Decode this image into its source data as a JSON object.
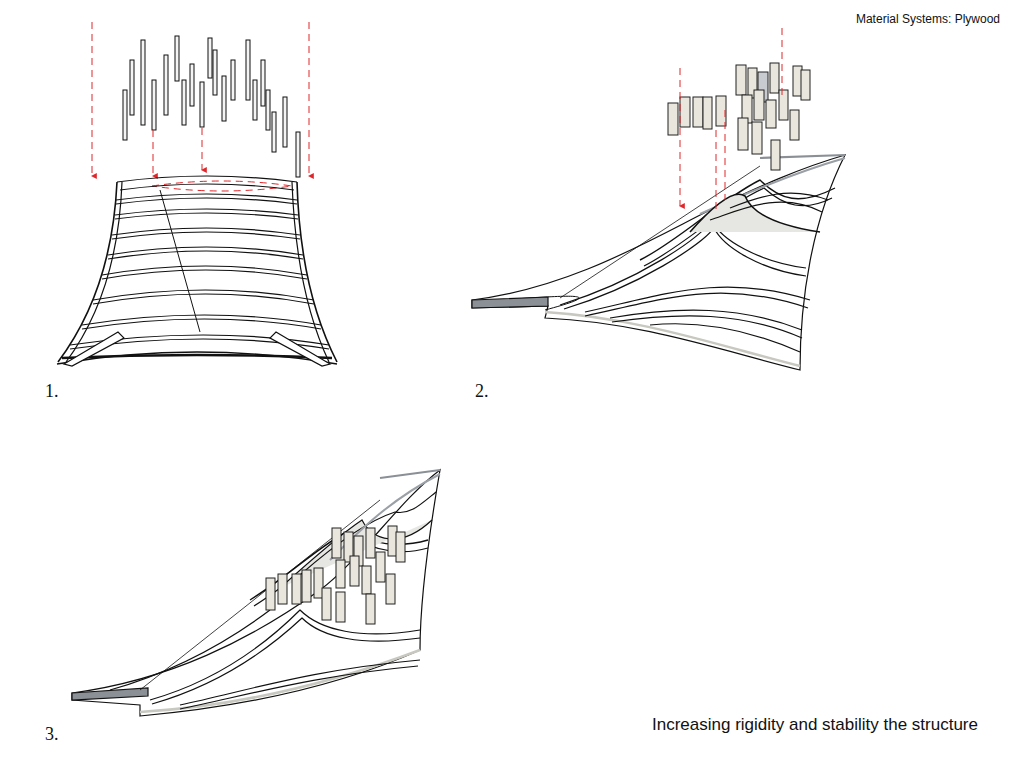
{
  "diagram": {
    "title": "Material Systems: Plywood",
    "caption": "Increasing rigidity and stability the structure",
    "labels": [
      "1.",
      "2.",
      "3."
    ]
  }
}
